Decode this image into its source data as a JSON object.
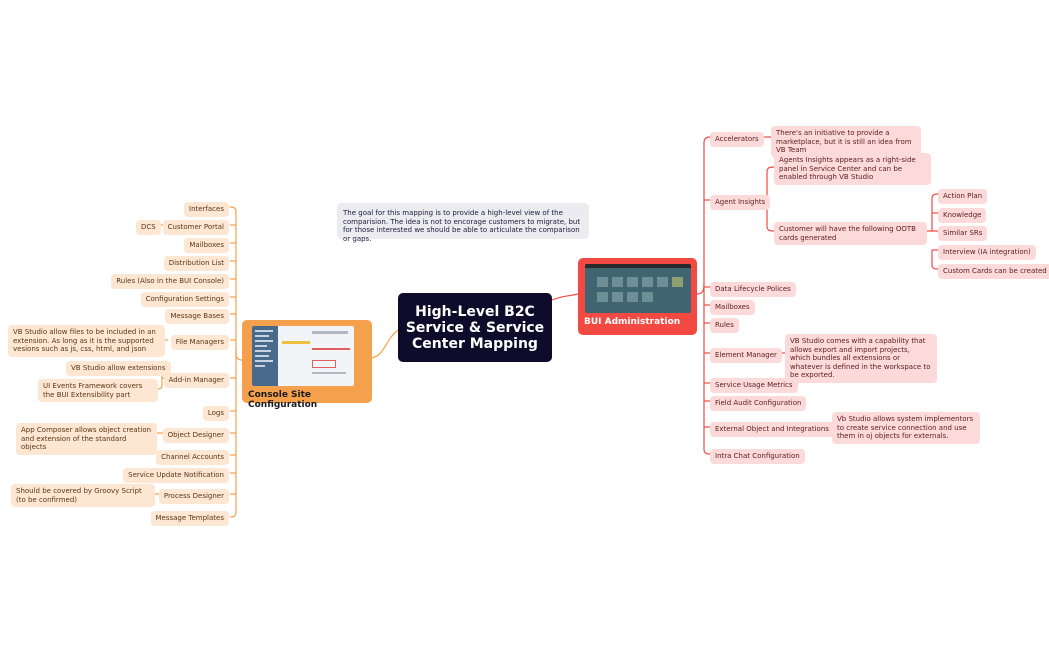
{
  "root": {
    "title": "High-Level B2C Service & Service Center Mapping",
    "lines": [
      "High-Level B2C",
      "Service & Service",
      "Center Mapping"
    ]
  },
  "note": "The goal for this mapping is to provide a high-level view of the comparision. The idea is not to encorage customers to migrate, but for those interested we should be able to articulate the comparison or gaps.",
  "colors": {
    "root": "#0e0b2b",
    "left_branch": "#f5a04c",
    "right_branch": "#f24a43",
    "left_node": "#fde6d2",
    "right_node": "#fddada",
    "note": "#ebebf0"
  },
  "left": {
    "label": "Console Site Configuration",
    "items": [
      {
        "label": "Interfaces"
      },
      {
        "label": "Customer Portal",
        "children": [
          "DCS"
        ]
      },
      {
        "label": "Mailboxes"
      },
      {
        "label": "Distribution List"
      },
      {
        "label": "Rules (Also in the BUI Console)"
      },
      {
        "label": "Configuration Settings"
      },
      {
        "label": "Message Bases"
      },
      {
        "label": "File Managers",
        "children": [
          "VB Studio allow files to be included in an extension. As long as it is the supported vesions such as js, css, html, and json"
        ]
      },
      {
        "label": "Add-in Manager",
        "children": [
          "VB Studio allow extensions",
          "UI Events Framework covers the BUI Extensibility part"
        ]
      },
      {
        "label": "Logs"
      },
      {
        "label": "Object Designer",
        "children": [
          "App Composer allows object creation and extension of the standard objects"
        ]
      },
      {
        "label": "Channel Accounts"
      },
      {
        "label": "Service Update Notification"
      },
      {
        "label": "Process Designer",
        "children": [
          "Should be covered by Groovy Script (to be confirmed)"
        ]
      },
      {
        "label": "Message Templates"
      }
    ]
  },
  "right": {
    "label": "BUI Administration",
    "items": [
      {
        "label": "Accelerators",
        "children": [
          "There's an initiative to provide a marketplace, but it is still an idea from VB Team"
        ]
      },
      {
        "label": "Agent Insights",
        "children": [
          "Agents Insights appears as a right-side panel in Service Center and can be enabled through VB Studio",
          "Customer will have the following OOTB cards generated"
        ],
        "cards": [
          "Action Plan",
          "Knowledge",
          "Similar SRs",
          "Interview (IA integration)",
          "Custom Cards can be created"
        ]
      },
      {
        "label": "Data Lifecycle Polices"
      },
      {
        "label": "Mailboxes"
      },
      {
        "label": "Rules"
      },
      {
        "label": "Element Manager",
        "children": [
          "VB Studio comes with a capability that allows export and import projects, which bundles all extensions or whatever is defined in the workspace to be exported."
        ]
      },
      {
        "label": "Service Usage Metrics"
      },
      {
        "label": "Field Audit Configuration"
      },
      {
        "label": "External Object and Integrations",
        "children": [
          "Vb Studio allows system implementors to create service connection and use them in oj objects for externals."
        ]
      },
      {
        "label": "Intra Chat Configuration"
      }
    ]
  }
}
